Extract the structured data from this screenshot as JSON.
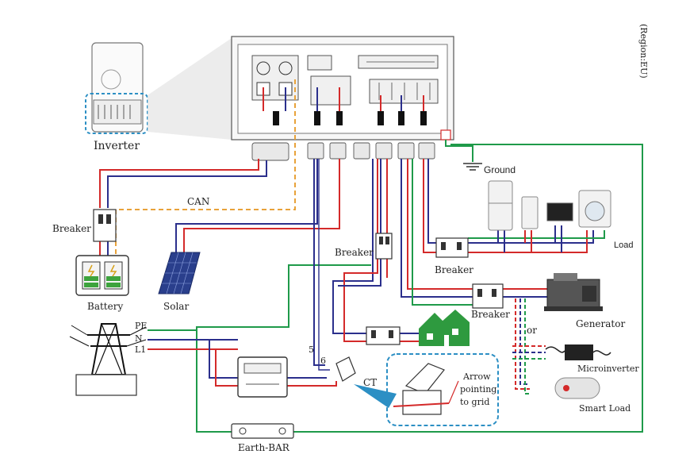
{
  "region_note": "(Region:EU)",
  "labels": {
    "inverter": "Inverter",
    "ground": "Ground",
    "can": "CAN",
    "load": "Load",
    "breaker_battery": "Breaker",
    "breaker_solar": "Breaker",
    "breaker_load": "Breaker",
    "breaker_generator": "Breaker",
    "battery": "Battery",
    "solar": "Solar",
    "generator": "Generator",
    "or": "or",
    "microinverter": "Microinverter",
    "smart_load": "Smart Load",
    "pe": "PE",
    "n": "N",
    "l1": "L1",
    "ct": "CT",
    "arrow_note_1": "Arrow",
    "arrow_note_2": "pointing",
    "arrow_note_3": "to grid",
    "earth_bar": "Earth-BAR",
    "wire_5": "5",
    "wire_6": "6"
  },
  "colors": {
    "live": "#d42a2a",
    "neutral": "#2b2f8c",
    "earth": "#1f9a4a",
    "can": "#e8a23a",
    "callout": "#2c8fc4",
    "house": "#2e9a3f"
  }
}
